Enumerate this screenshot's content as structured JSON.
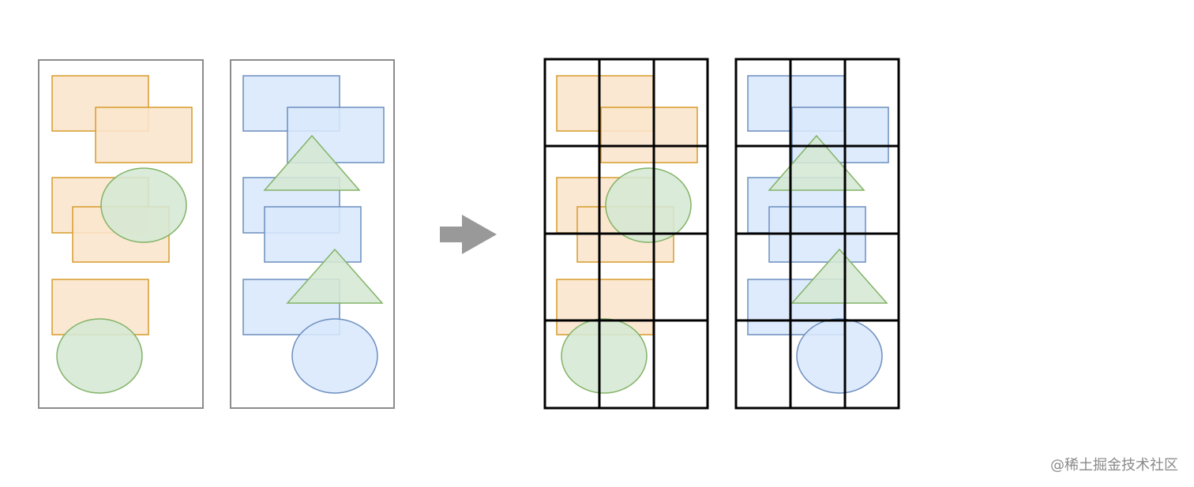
{
  "colors": {
    "panel_border": "#8c8c8c",
    "grid_line": "#000000",
    "orange_fill": "#fbe5cd",
    "orange_stroke": "#d79b2a",
    "blue_fill": "#dae8fc",
    "blue_stroke": "#6c8ebf",
    "green_fill": "#d5e8d4",
    "green_stroke": "#82b366",
    "arrow_fill": "#999999"
  },
  "watermark": "@稀土掘金技术社区",
  "legend": {
    "orange_shape": "orange",
    "blue_shape": "blue",
    "green_shape": "green"
  }
}
